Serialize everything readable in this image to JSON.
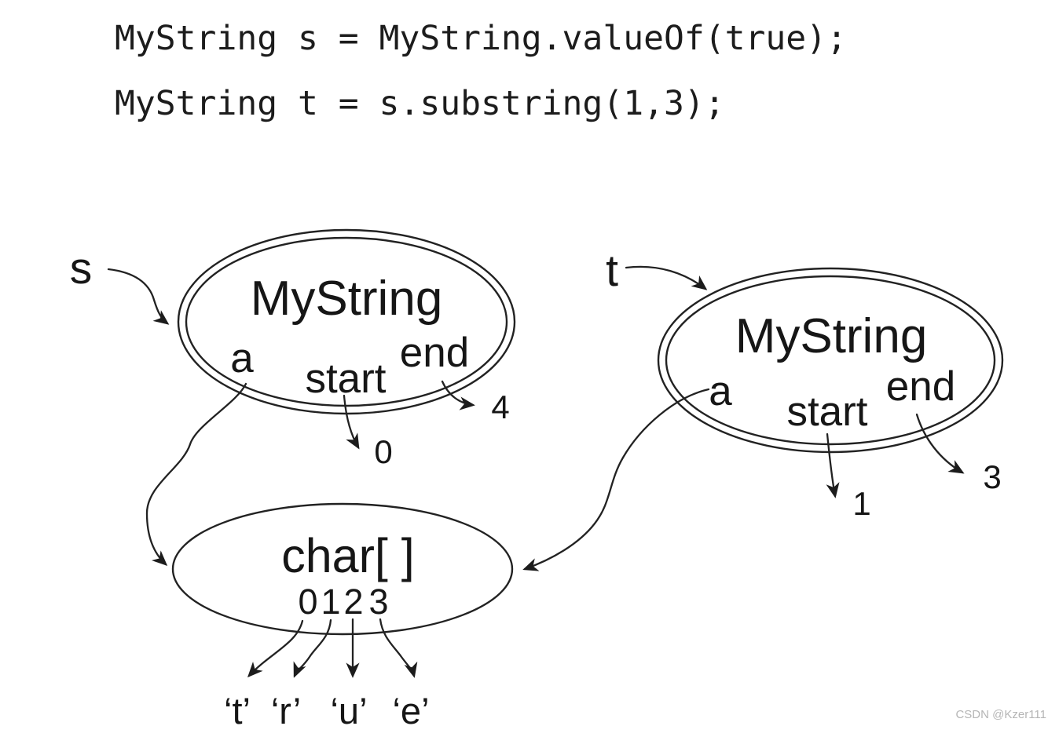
{
  "code": {
    "line1": "MyString s = MyString.valueOf(true);",
    "line2": "MyString t = s.substring(1,3);"
  },
  "diagram": {
    "s_object": {
      "var_name": "s",
      "class_name": "MyString",
      "field_a": "a",
      "field_start": "start",
      "field_end": "end",
      "start_value": "0",
      "end_value": "4"
    },
    "t_object": {
      "var_name": "t",
      "class_name": "MyString",
      "field_a": "a",
      "field_start": "start",
      "field_end": "end",
      "start_value": "1",
      "end_value": "3"
    },
    "char_array": {
      "class_name": "char[ ]",
      "indices": [
        "0",
        "1",
        "2",
        "3"
      ],
      "chars": [
        "‘t’",
        "‘r’",
        "‘u’",
        "‘e’"
      ]
    }
  },
  "watermark": "CSDN @Kzer111",
  "colors": {
    "ink": "#1c1c1c",
    "background": "#ffffff",
    "watermark_gray": "#b5b5b5"
  }
}
